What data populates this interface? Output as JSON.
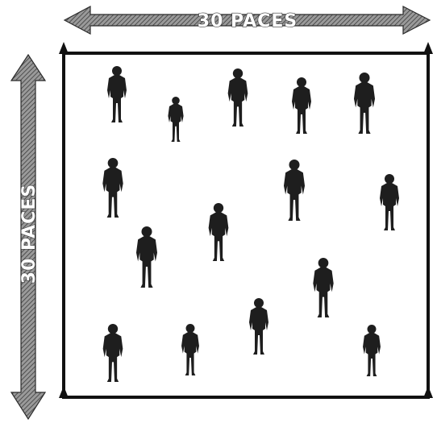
{
  "dimensions": {
    "top_label": "30 PACES",
    "side_label": "30 PACES"
  },
  "field": {
    "figure_count": 15,
    "ink_color": "#1e1e1e",
    "arrow_color": "#7a7a7a"
  }
}
